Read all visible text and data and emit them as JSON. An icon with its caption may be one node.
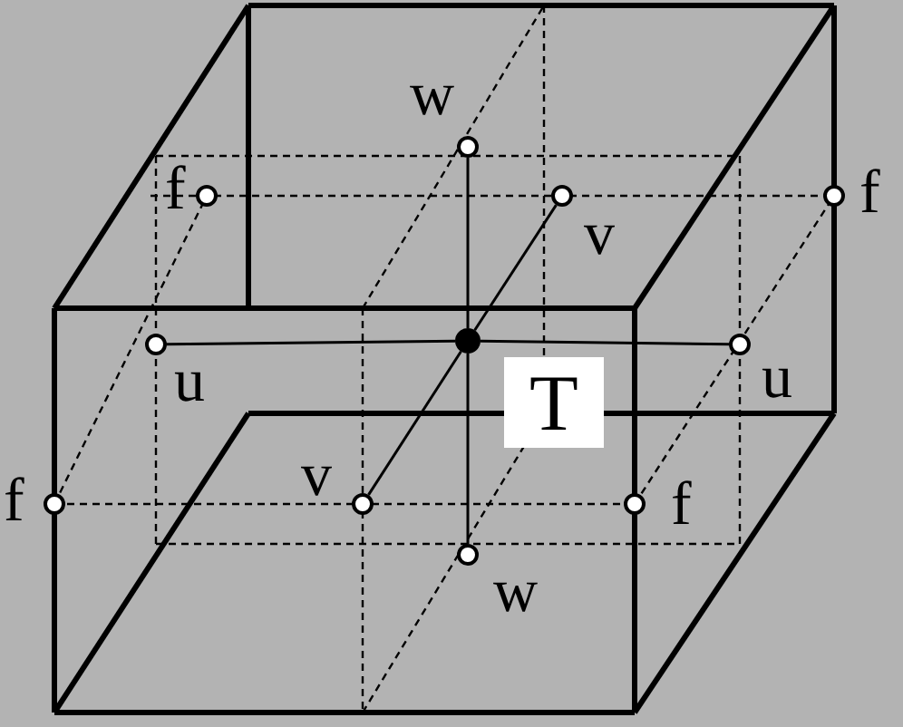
{
  "diagram": {
    "nodes": [
      {
        "text": [],
        "shape": "circle",
        "beside": [
          "w"
        ]
      },
      {
        "text": [],
        "shape": "circle",
        "beside": [
          "f"
        ]
      },
      {
        "text": [],
        "shape": "circle",
        "beside": [
          "v"
        ]
      },
      {
        "text": [],
        "shape": "circle",
        "beside": [
          "f"
        ]
      },
      {
        "text": [],
        "shape": "circle",
        "beside": [
          "u"
        ]
      },
      {
        "text": [],
        "shape": "circle"
      },
      {
        "text": [
          "T"
        ]
      },
      {
        "text": [],
        "shape": "circle",
        "beside": [
          "u"
        ]
      },
      {
        "text": [],
        "shape": "circle",
        "beside": [
          "f"
        ]
      },
      {
        "text": [],
        "shape": "circle",
        "beside": [
          "v"
        ]
      },
      {
        "text": [],
        "shape": "circle",
        "beside": [
          "f"
        ]
      },
      {
        "text": [],
        "shape": "circle",
        "beside": [
          "w"
        ]
      }
    ],
    "edges": [
      {
        "from": 4,
        "to": 5,
        "arrow": "none"
      },
      {
        "from": 5,
        "to": 7,
        "arrow": "none"
      },
      {
        "from": 2,
        "to": 5,
        "arrow": "none"
      },
      {
        "from": 5,
        "to": 9,
        "arrow": "none"
      },
      {
        "from": 0,
        "to": 5,
        "arrow": "none"
      },
      {
        "from": 5,
        "to": 11,
        "arrow": "none"
      }
    ]
  }
}
